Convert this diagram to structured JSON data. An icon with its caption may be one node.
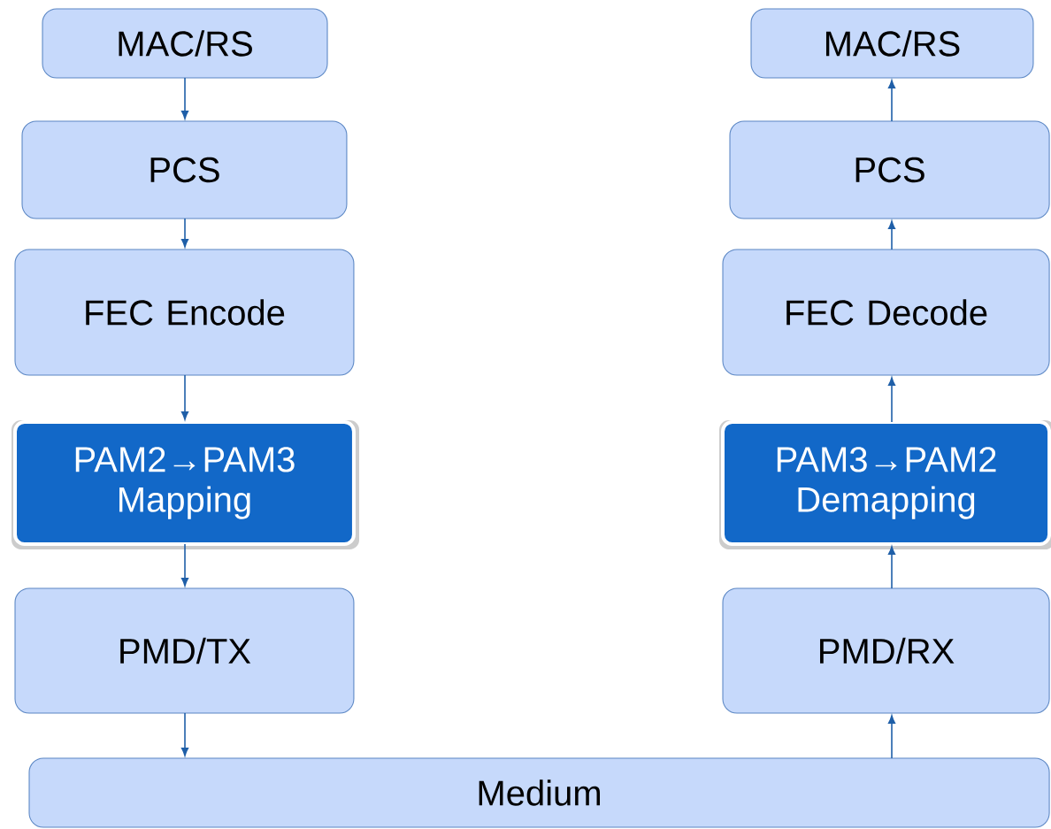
{
  "diagram": {
    "nodes": [
      {
        "text": [
          "MAC/RS"
        ]
      },
      {
        "text": [
          "PCS"
        ]
      },
      {
        "text": [
          "FEC Encode"
        ]
      },
      {
        "text": [
          "PAM2→PAM3 Mapping"
        ]
      },
      {
        "text": [
          "PMD/TX"
        ]
      },
      {
        "text": [
          "MAC/RS"
        ]
      },
      {
        "text": [
          "PCS"
        ]
      },
      {
        "text": [
          "FEC Decode"
        ]
      },
      {
        "text": [
          "PAM3→PAM2 Demapping"
        ]
      },
      {
        "text": [
          "PMD/RX"
        ]
      },
      {
        "text": [
          "Medium"
        ]
      }
    ],
    "edges": [
      {
        "from": 0,
        "to": 1,
        "arrow": "to"
      },
      {
        "from": 1,
        "to": 2,
        "arrow": "to"
      },
      {
        "from": 2,
        "to": 3,
        "arrow": "to"
      },
      {
        "from": 3,
        "to": 4,
        "arrow": "to"
      },
      {
        "from": 4,
        "to": 10,
        "arrow": "to"
      },
      {
        "from": 10,
        "to": 9,
        "arrow": "to"
      },
      {
        "from": 9,
        "to": 8,
        "arrow": "to"
      },
      {
        "from": 8,
        "to": 7,
        "arrow": "to"
      },
      {
        "from": 7,
        "to": 6,
        "arrow": "to"
      },
      {
        "from": 6,
        "to": 5,
        "arrow": "to"
      }
    ]
  }
}
